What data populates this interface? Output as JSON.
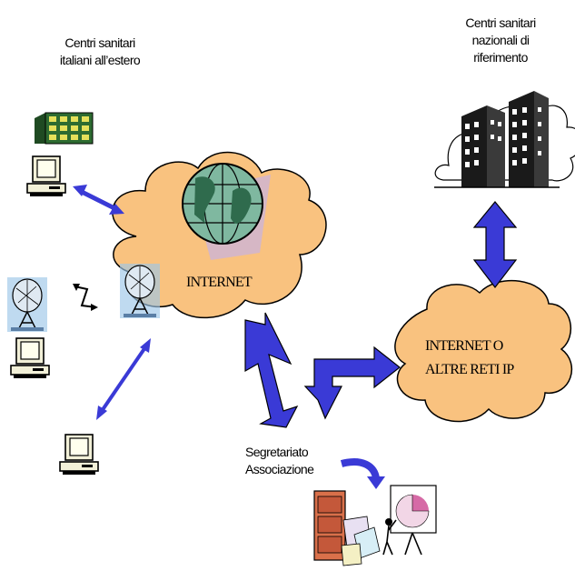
{
  "labels": {
    "abroad_centers": [
      "Centri sanitari",
      "italiani all’estero"
    ],
    "national_centers": [
      "Centri sanitari",
      "nazionali di",
      "riferimento"
    ],
    "internet_cloud": "INTERNET",
    "ip_networks_cloud": [
      "INTERNET O",
      "ALTRE RETI IP"
    ],
    "secretariat": [
      "Segretariato",
      "Associazione"
    ]
  },
  "colors": {
    "cloud_fill": "#f9c27f",
    "cloud_stroke": "#000000",
    "arrow_fill": "#3a3ad6",
    "building_dark": "#1a1a1a",
    "screen_fill": "#ffffee"
  },
  "icons": [
    "building-icon",
    "skyscrapers-icon",
    "computer-icon",
    "satellite-dish-icon",
    "globe-icon",
    "filing-cabinet-icon",
    "presentation-board-icon",
    "lightning-icon"
  ]
}
